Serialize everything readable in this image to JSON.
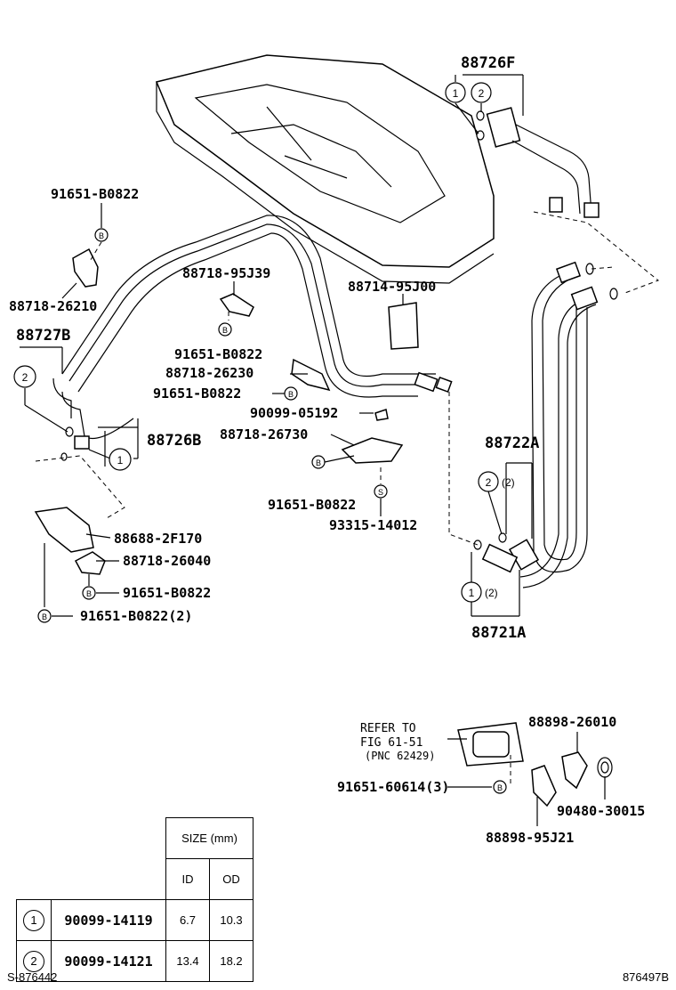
{
  "labels": {
    "p88726F": "88726F",
    "p91651_B0822_a": "91651-B0822",
    "p88718_26210": "88718-26210",
    "p88727B": "88727B",
    "p88718_95J39": "88718-95J39",
    "p88714_95J00": "88714-95J00",
    "p91651_B0822_b": "91651-B0822",
    "p88718_26230": "88718-26230",
    "p91651_B0822_c": "91651-B0822",
    "p90099_05192": "90099-05192",
    "p88718_26730": "88718-26730",
    "p88726B": "88726B",
    "p88722A": "88722A",
    "p91651_B0822_d": "91651-B0822",
    "p93315_14012": "93315-14012",
    "p88688_2F170": "88688-2F170",
    "p88718_26040": "88718-26040",
    "p91651_B0822_e": "91651-B0822",
    "p91651_B0822_2": "91651-B0822(2)",
    "p88721A": "88721A",
    "qty_2a": "(2)",
    "qty_2b": "(2)",
    "refer_line1": "REFER TO",
    "refer_line2": "FIG 61-51",
    "refer_line3": "(PNC 62429)",
    "p88898_26010": "88898-26010",
    "p91651_60614": "91651-60614(3)",
    "p90480_30015": "90480-30015",
    "p88898_95J21": "88898-95J21",
    "circle_1": "1",
    "circle_2": "2",
    "letter_B": "B",
    "letter_S": "S"
  },
  "table": {
    "size_header": "SIZE (mm)",
    "id_header": "ID",
    "od_header": "OD",
    "rows": [
      {
        "no": "1",
        "part": "90099-14119",
        "id": "6.7",
        "od": "10.3"
      },
      {
        "no": "2",
        "part": "90099-14121",
        "id": "13.4",
        "od": "18.2"
      }
    ]
  },
  "footer": {
    "left_code": "S-876442",
    "right_code": "876497B"
  }
}
